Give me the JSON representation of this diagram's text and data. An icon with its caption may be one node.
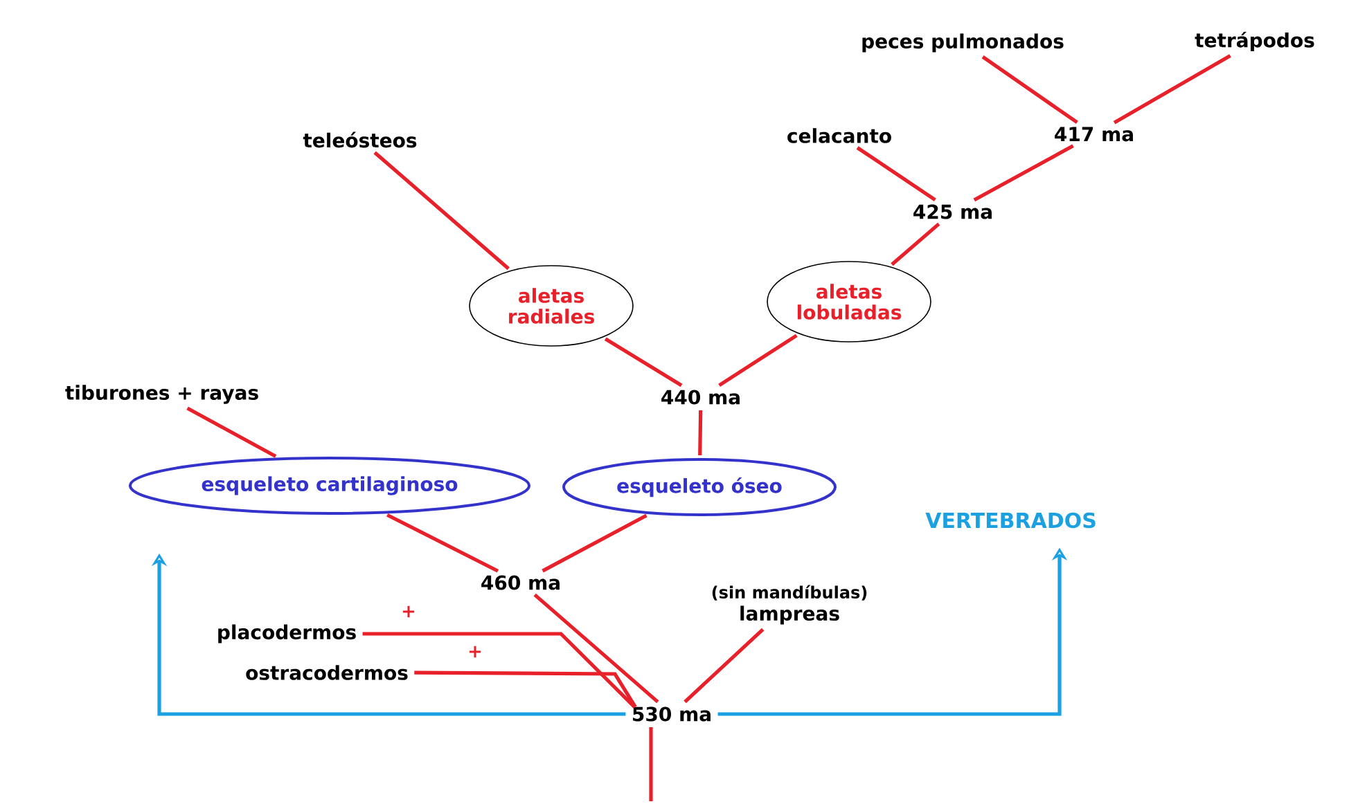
{
  "diagram": {
    "nodes": [
      {
        "text": [
          "peces pulmonados"
        ]
      },
      {
        "text": [
          "tetrápodos"
        ]
      },
      {
        "text": [
          "417 ma"
        ]
      },
      {
        "text": [
          "celacanto"
        ]
      },
      {
        "text": [
          "teleósteos"
        ]
      },
      {
        "text": [
          "425 ma"
        ]
      },
      {
        "text": [
          "aletas radiales"
        ]
      },
      {
        "text": [
          "aletas lobuladas"
        ]
      },
      {
        "text": [
          "tiburones + rayas"
        ]
      },
      {
        "text": [
          "440 ma"
        ]
      },
      {
        "text": [
          "esqueleto cartilaginoso"
        ]
      },
      {
        "text": [
          "esqueleto óseo"
        ]
      },
      {
        "text": [
          "VERTEBRADOS"
        ]
      },
      {
        "text": [
          "460 ma"
        ]
      },
      {
        "text": [
          "(sin mandíbulas)",
          "lampreas"
        ]
      },
      {
        "text": [
          "placodermos"
        ],
        "beside": [
          "+"
        ]
      },
      {
        "text": [
          "ostracodermos"
        ],
        "beside": [
          "+"
        ]
      },
      {
        "text": [
          "530 ma"
        ]
      }
    ],
    "edges": [
      {
        "from": 2,
        "to": 0,
        "arrow": "none"
      },
      {
        "from": 2,
        "to": 1,
        "arrow": "none"
      },
      {
        "from": 5,
        "to": 3,
        "arrow": "none"
      },
      {
        "from": 5,
        "to": 2,
        "arrow": "none"
      },
      {
        "from": 7,
        "to": 5,
        "arrow": "none"
      },
      {
        "from": 6,
        "to": 4,
        "arrow": "none"
      },
      {
        "from": 9,
        "to": 6,
        "arrow": "none"
      },
      {
        "from": 9,
        "to": 7,
        "arrow": "none"
      },
      {
        "from": 10,
        "to": 8,
        "arrow": "none"
      },
      {
        "from": 11,
        "to": 9,
        "arrow": "none"
      },
      {
        "from": 13,
        "to": 10,
        "arrow": "none"
      },
      {
        "from": 13,
        "to": 11,
        "arrow": "none"
      },
      {
        "from": 17,
        "to": 13,
        "arrow": "none"
      },
      {
        "from": 17,
        "to": 15,
        "arrow": "none"
      },
      {
        "from": 17,
        "to": 16,
        "arrow": "none"
      },
      {
        "from": 17,
        "to": 14,
        "arrow": "none"
      },
      {
        "from": null,
        "to": 17,
        "arrow": "none"
      },
      {
        "from": 17,
        "to": 12,
        "arrow": "to",
        "color": "#1ba1e2"
      },
      {
        "from": 17,
        "to": null,
        "arrow": "to",
        "color": "#1ba1e2"
      }
    ]
  }
}
